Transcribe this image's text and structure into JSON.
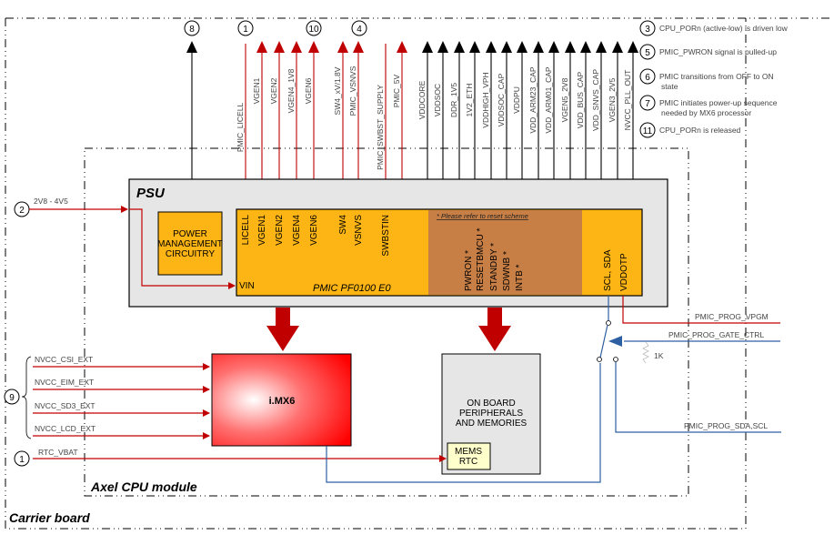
{
  "regions": {
    "carrier_board": "Carrier board",
    "cpu_module": "Axel CPU module",
    "psu": "PSU"
  },
  "blocks": {
    "power_mgmt": [
      "POWER",
      "MANAGEMENT",
      "CIRCUITRY"
    ],
    "pmic_name": "PMIC PF0100 E0",
    "pmic_vin": "VIN",
    "reset_note": "* Please refer to reset scheme",
    "imx6": "i.MX6",
    "peripherals": [
      "ON BOARD",
      "PERIPHERALS",
      "AND MEMORIES"
    ],
    "mems_rtc": [
      "MEMS",
      "RTC"
    ]
  },
  "pmic_pins_left": [
    "LICELL",
    "VGEN1",
    "VGEN2",
    "VGEN4",
    "VGEN6",
    "SW4",
    "VSNVS",
    "SWBSTIN"
  ],
  "pmic_pins_reset": [
    "PWRON *",
    "RESETBMCU *",
    "STANDBY *",
    "SDWNB *",
    "INTB *"
  ],
  "pmic_pins_right": [
    "SCL, SDA",
    "VDDOTP"
  ],
  "red_rails": [
    {
      "label": "PMIC_LICELL",
      "direction": "down"
    },
    {
      "label": "VGEN1",
      "direction": "up"
    },
    {
      "label": "VGEN2",
      "direction": "up"
    },
    {
      "label": "VGEN4_1V8",
      "direction": "up"
    },
    {
      "label": "VGEN6",
      "direction": "up"
    },
    {
      "label": "SW4_xV/1.8V",
      "direction": "up"
    },
    {
      "label": "PMIC_VSNVS",
      "direction": "up"
    },
    {
      "label": "PMIC_SWBST_SUPPLY",
      "direction": "down"
    },
    {
      "label": "PMIC_5V",
      "direction": "up"
    }
  ],
  "black_rails": [
    "VDDCORE",
    "VDDSOC",
    "DDR_1V5",
    "1V2_ETH",
    "VDDHIGH_VPH",
    "VDDSOC_CAP",
    "VDDPU",
    "VDD_ARM23_CAP",
    "VDD_ARM01_CAP",
    "VGEN5_2V8",
    "VDD_BUS_CAP",
    "VDD_SNVS_CAP",
    "VGEN3_2V5",
    "NVCC_PLL_OUT"
  ],
  "step_markers_top": [
    "8",
    "1",
    "10",
    "4"
  ],
  "legend": [
    {
      "num": "3",
      "text": [
        "CPU_PORn (active-low) is driven low"
      ]
    },
    {
      "num": "5",
      "text": [
        "PMIC_PWRON signal is pulled-up"
      ]
    },
    {
      "num": "6",
      "text": [
        "PMIC transitions from OFF to ON",
        "state"
      ]
    },
    {
      "num": "7",
      "text": [
        "PMIC initiates power-up sequence",
        "needed by MX6 processor"
      ]
    },
    {
      "num": "11",
      "text": [
        "CPU_PORn is released"
      ]
    }
  ],
  "input_supply": {
    "num": "2",
    "label": "2V8 - 4V5"
  },
  "nvcc_group": {
    "num": "9",
    "signals": [
      "NVCC_CSI_EXT",
      "NVCC_EIM_EXT",
      "NVCC_SD3_EXT",
      "NVCC_LCD_EXT"
    ]
  },
  "rtc": {
    "num": "1",
    "label": "RTC_VBAT"
  },
  "prog_signals": {
    "vpgm": "PMIC_PROG_VPGM",
    "gate": "PMIC_PROG_GATE_CTRL",
    "resistor": "1K",
    "sda_scl": "PMIC_PROG_SDA,SCL"
  },
  "colors": {
    "red": "#c00000",
    "blue": "#2e5fa3",
    "orange": "#fdb515",
    "brown": "#c87f45",
    "gray": "#e6e6e6",
    "cream": "#ffffcc"
  }
}
